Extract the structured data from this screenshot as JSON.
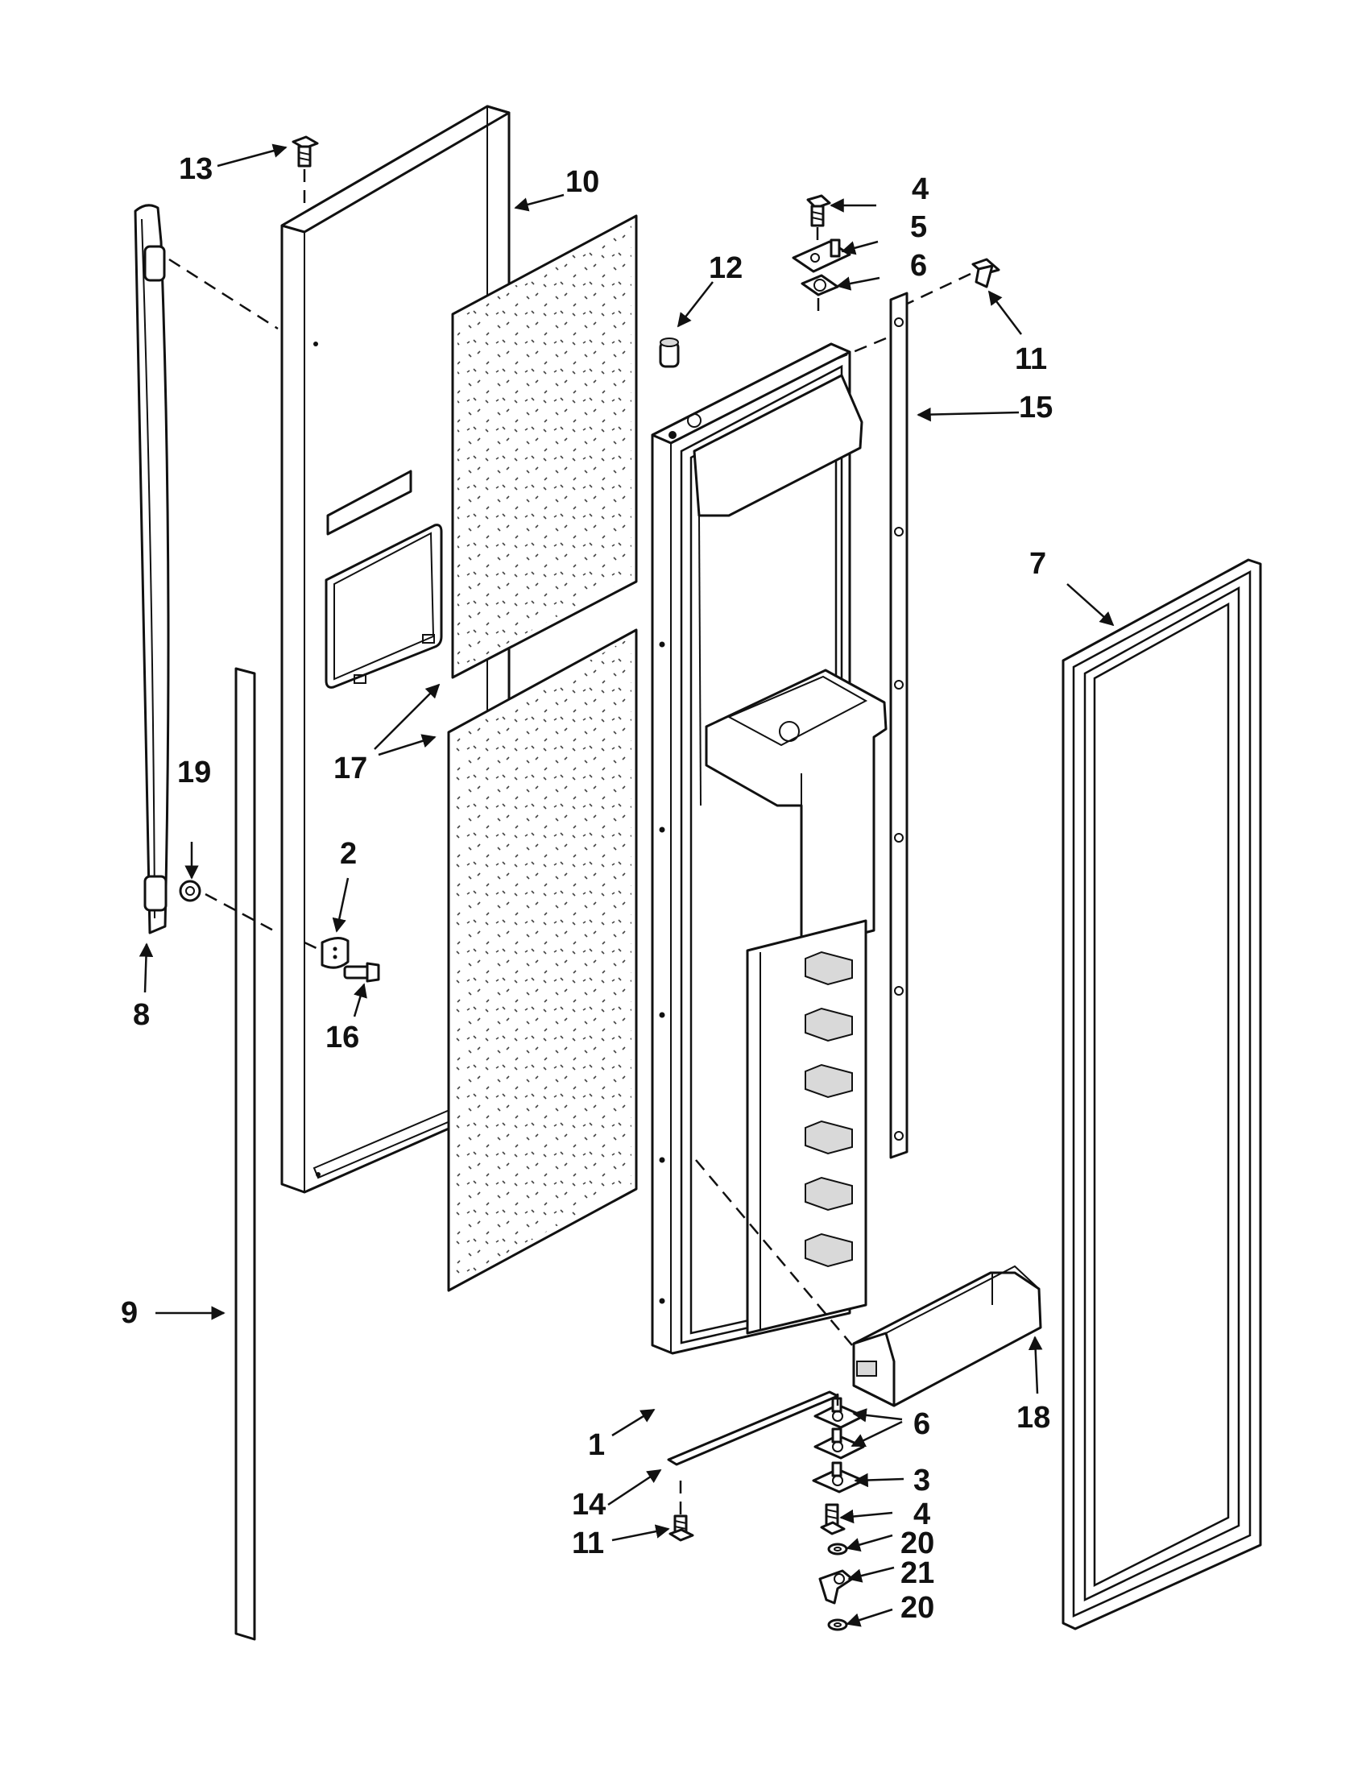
{
  "labels": {
    "l1": "1",
    "l2": "2",
    "l3": "3",
    "l4a": "4",
    "l4b": "4",
    "l5": "5",
    "l6a": "6",
    "l6b": "6",
    "l7": "7",
    "l8": "8",
    "l9": "9",
    "l10": "10",
    "l11a": "11",
    "l11b": "11",
    "l12": "12",
    "l13": "13",
    "l14": "14",
    "l15": "15",
    "l16": "16",
    "l17": "17",
    "l18": "18",
    "l19": "19",
    "l20a": "20",
    "l20b": "20",
    "l21": "21"
  },
  "colors": {
    "line": "#111111",
    "background": "#ffffff",
    "insulation_fill": "#ffffff"
  }
}
